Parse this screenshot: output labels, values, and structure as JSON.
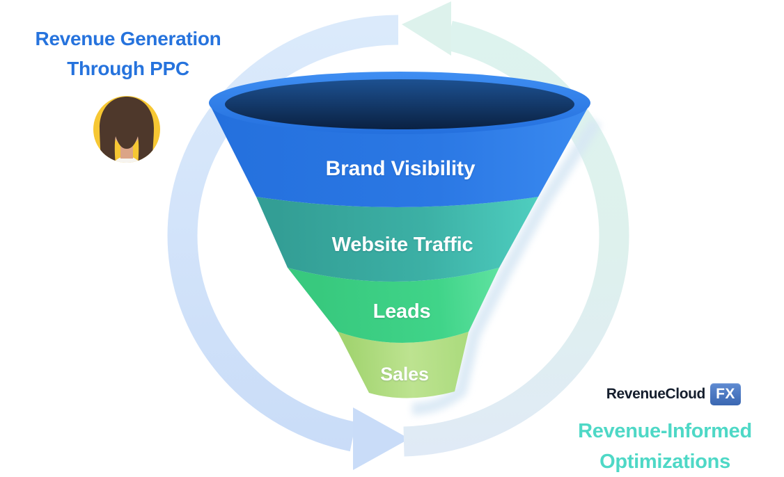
{
  "header": {
    "title_line1": "Revenue Generation",
    "title_line2": "Through PPC",
    "text_color": "#2673dd"
  },
  "funnel": {
    "stages": [
      {
        "label": "Brand Visibility",
        "color": "#2b78e4"
      },
      {
        "label": "Website Traffic",
        "color": "#3aab9f"
      },
      {
        "label": "Leads",
        "color": "#3ed389"
      },
      {
        "label": "Sales",
        "color": "#aedd7d"
      }
    ],
    "rim_color": "#2e7de6",
    "rim_inner_color": "#0b2344"
  },
  "cycle": {
    "direction": "counterclockwise",
    "left_arrow_color": "#cfe0fa",
    "right_arrow_color": "#def2ec"
  },
  "avatar": {
    "background_color": "#f6c733"
  },
  "logo": {
    "brand": "RevenueCloud",
    "badge": "FX",
    "badge_color": "#3f6eb8"
  },
  "footer": {
    "caption_line1": "Revenue-Informed",
    "caption_line2": "Optimizations",
    "text_color": "#4ed8c6"
  }
}
